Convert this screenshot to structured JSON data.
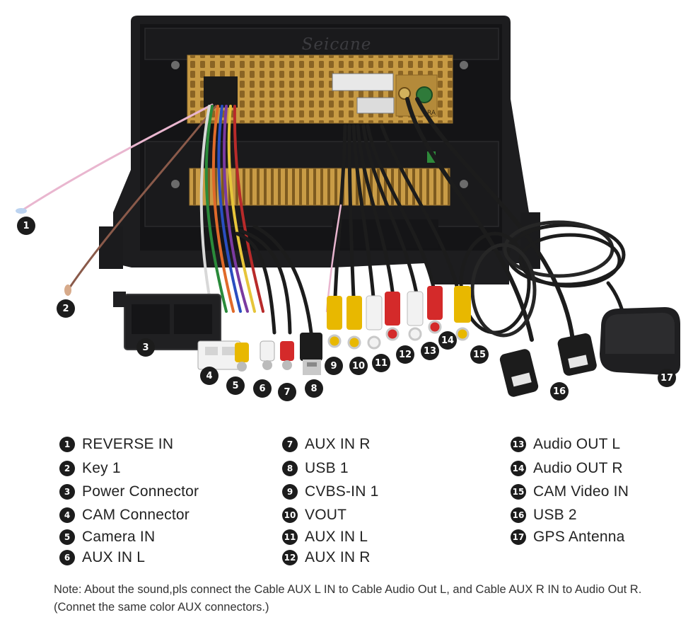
{
  "brand": "Seicane",
  "unit_labels": {
    "right_port": "RA"
  },
  "callouts": [
    "1",
    "2",
    "3",
    "4",
    "5",
    "6",
    "7",
    "8",
    "9",
    "10",
    "11",
    "12",
    "13",
    "14",
    "15",
    "16",
    "17"
  ],
  "legend": {
    "col1": [
      {
        "num": "1",
        "label": "REVERSE IN"
      },
      {
        "num": "2",
        "label": "Key 1"
      },
      {
        "num": "3",
        "label": "Power Connector"
      },
      {
        "num": "4",
        "label": "CAM Connector"
      },
      {
        "num": "5",
        "label": "Camera IN"
      },
      {
        "num": "6",
        "label": "AUX IN L"
      }
    ],
    "col2": [
      {
        "num": "7",
        "label": "AUX IN R"
      },
      {
        "num": "8",
        "label": "USB 1"
      },
      {
        "num": "9",
        "label": "CVBS-IN 1"
      },
      {
        "num": "10",
        "label": "VOUT"
      },
      {
        "num": "11",
        "label": "AUX IN L"
      },
      {
        "num": "12",
        "label": "AUX IN R"
      }
    ],
    "col3": [
      {
        "num": "13",
        "label": "Audio OUT L"
      },
      {
        "num": "14",
        "label": "Audio OUT R"
      },
      {
        "num": "15",
        "label": "CAM Video IN"
      },
      {
        "num": "16",
        "label": "USB 2"
      },
      {
        "num": "17",
        "label": "GPS Antenna"
      }
    ]
  },
  "note": "Note: About the sound,pls connect the Cable AUX L IN to Cable Audio Out L, and Cable AUX R IN to Audio Out R.(Connet the same color AUX connectors.)",
  "colors": {
    "chassis": "#1d1d1f",
    "gold_plate": "#c9a04a",
    "rca_yellow": "#e8b800",
    "rca_red": "#d42a2a",
    "rca_white": "#f2f2f2",
    "wire_pink": "#e9b6cf",
    "badge": "#1c1c1c"
  }
}
